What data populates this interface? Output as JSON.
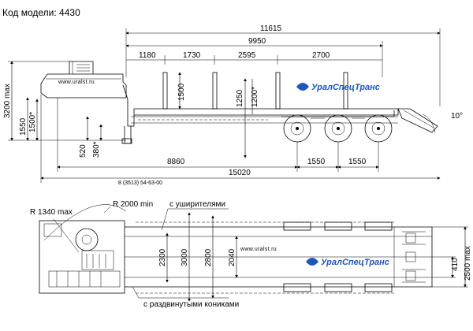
{
  "model": {
    "title": "Код модели: 4430"
  },
  "side_view": {
    "overall_length": "11615",
    "platform_length": "9950",
    "stake_spacing": [
      "1180",
      "1730",
      "2595",
      "2700"
    ],
    "stake_height": "1500",
    "stake_height_platform": "1250",
    "stake_height_alt": "1200*",
    "gooseneck_height_max": "3200 max",
    "coupling_height": "1550",
    "front_height": "1500*",
    "kingpin_height": "520",
    "deck_clearance": "380*",
    "kingpin_to_axle": "8860",
    "total_to_last_axle": "15020",
    "axle_spacing_1": "1550",
    "axle_spacing_2": "1550",
    "ramp_angle": "10°",
    "website": "www.uralst.ru",
    "phone": "8 (3513) 54-63-00",
    "brand": "УралСпецТранс"
  },
  "top_view": {
    "turning_radius_front": "R 1340 max",
    "turning_radius_min": "R 2000 min",
    "extenders_label": "с уширителями",
    "width_inner": "2300",
    "width_extended": "3000",
    "width_stakes": "2800",
    "width_deck": "2040",
    "spread_stakes_label": "с раздвинутыми кониками",
    "rear_offset": "410",
    "overall_width": "2500 max",
    "website": "www.uralst.ru",
    "brand": "УралСпецТранс"
  }
}
